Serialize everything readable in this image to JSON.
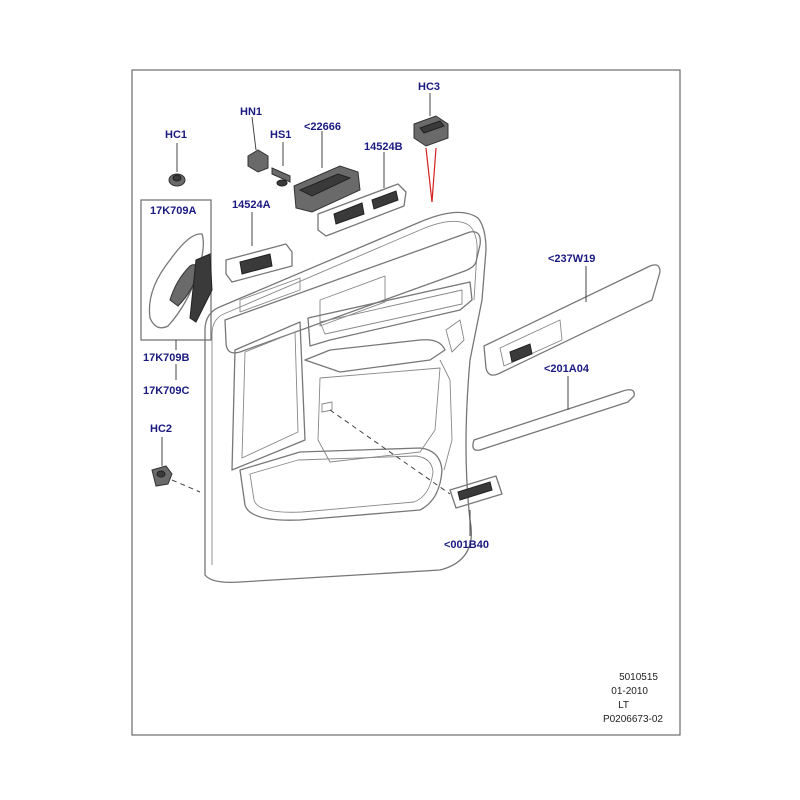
{
  "callouts": {
    "hc1": "HC1",
    "hn1": "HN1",
    "hs1": "HS1",
    "p22666": "<22666",
    "p14524b": "14524B",
    "hc3": "HC3",
    "p17k709a": "17K709A",
    "p14524a": "14524A",
    "p237w19": "<237W19",
    "p17k709b": "17K709B",
    "p17k709c": "17K709C",
    "p201a04": "<201A04",
    "hc2": "HC2",
    "p001b40": "<001B40"
  },
  "reference": {
    "code": "5010515",
    "date": "01-2010",
    "side": "LT",
    "illustration_id": "P0206673-02"
  },
  "colors": {
    "callout_text": "#1a1a80",
    "outline": "#777777",
    "frame": "#6c6c6c",
    "highlight_line": "#d42020"
  }
}
